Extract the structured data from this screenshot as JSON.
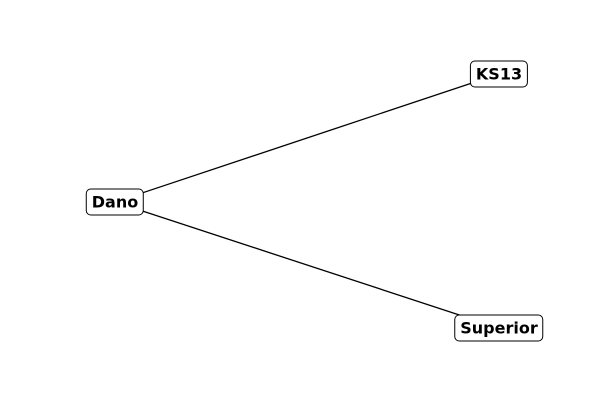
{
  "diagram": {
    "type": "tree",
    "nodes": [
      {
        "id": "dano",
        "label": "Dano"
      },
      {
        "id": "ks13",
        "label": "KS13"
      },
      {
        "id": "superior",
        "label": "Superior"
      }
    ],
    "edges": [
      {
        "from": "dano",
        "to": "ks13"
      },
      {
        "from": "dano",
        "to": "superior"
      }
    ],
    "colors": {
      "background": "#ffffff",
      "line": "#000000",
      "node_border": "#000000",
      "node_fill": "#ffffff",
      "text": "#000000"
    }
  }
}
